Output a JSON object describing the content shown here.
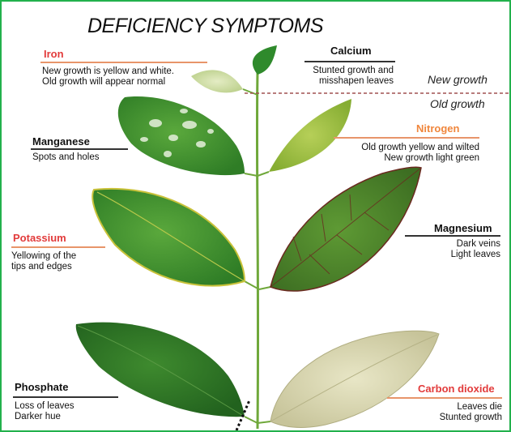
{
  "title": "DEFICIENCY SYMPTOMS",
  "zones": {
    "upper": "New growth",
    "lower": "Old growth"
  },
  "nutrients": [
    {
      "name": "Iron",
      "lines": [
        "New growth is yellow and white.",
        "Old growth will appear normal"
      ],
      "color": "#e23b3b"
    },
    {
      "name": "Calcium",
      "lines": [
        "Stunted growth and",
        "misshapen leaves"
      ],
      "color": "#111111"
    },
    {
      "name": "Manganese",
      "lines": [
        "Spots and holes"
      ],
      "color": "#111111"
    },
    {
      "name": "Nitrogen",
      "lines": [
        "Old growth yellow and wilted",
        "New growth light green"
      ],
      "color": "#f0863c"
    },
    {
      "name": "Potassium",
      "lines": [
        "Yellowing of the",
        "tips and edges"
      ],
      "color": "#e23b3b"
    },
    {
      "name": "Magnesium",
      "lines": [
        "Dark veins",
        "Light leaves"
      ],
      "color": "#111111"
    },
    {
      "name": "Phosphate",
      "lines": [
        "Loss of leaves",
        "Darker hue"
      ],
      "color": "#111111"
    },
    {
      "name": "Carbon dioxide",
      "lines": [
        "Leaves die",
        "Stunted growth"
      ],
      "color": "#e23b3b"
    }
  ],
  "colors": {
    "frame": "#22b14c",
    "stem": "#6fa83a",
    "healthy_leaf": "#3f8f2e",
    "pale_leaf": "#c9d990",
    "dead_leaf": "#d8d6b0",
    "rule_dark": "#333333",
    "rule_orange": "#e8956a",
    "divider": "#a05050"
  }
}
